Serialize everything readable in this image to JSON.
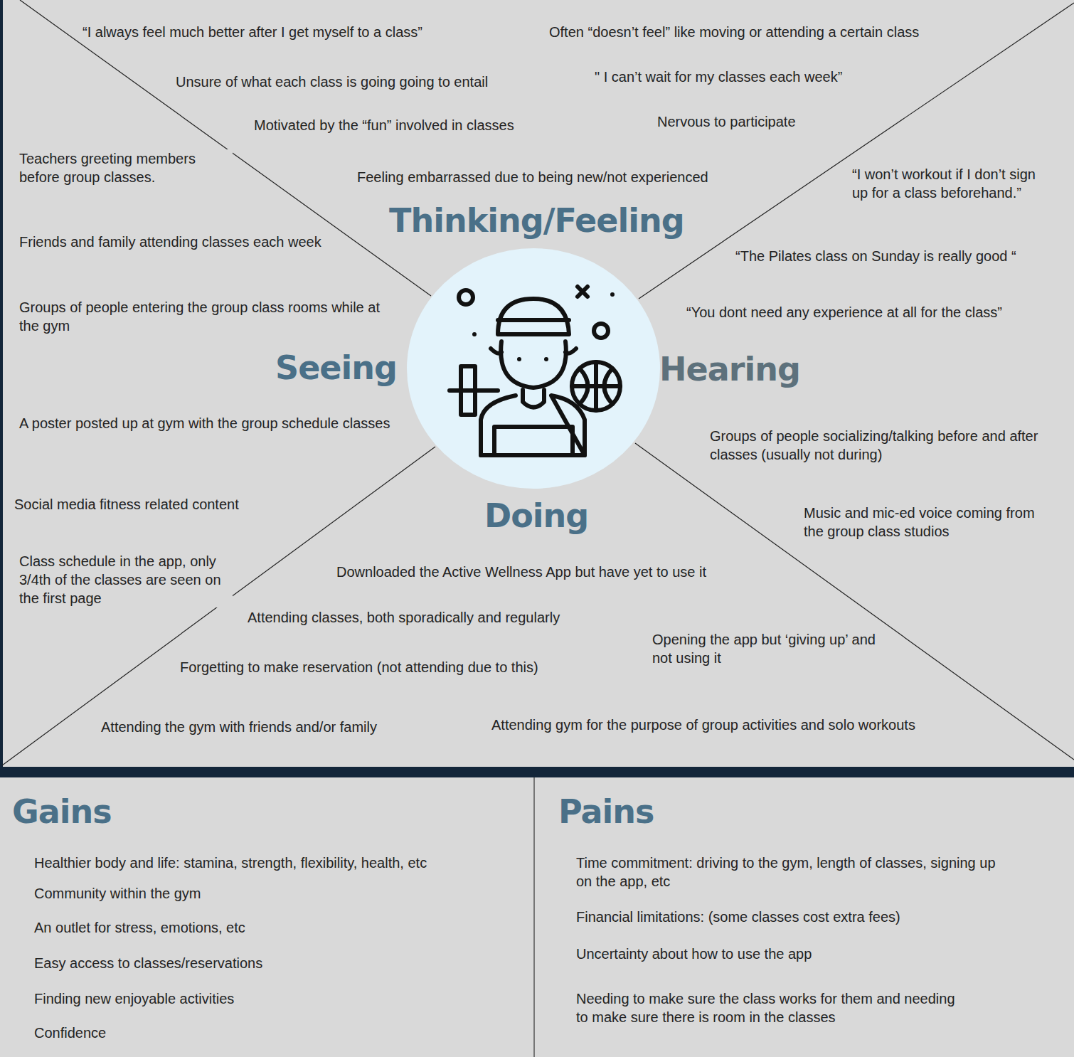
{
  "diagram": {
    "nodes": [
      {
        "text": [
          "Gains",
          "Healthier body and life: stamina, strength, flexibility, health, etc",
          "Community within the gym",
          "An outlet for stress, emotions, etc",
          "Easy access to classes/reservations",
          "Finding new enjoyable activities",
          "Confidence"
        ]
      },
      {
        "text": [
          "Pains",
          "Time commitment: driving to the gym, length of classes, signing up on the app, etc",
          "Financial limitations: (some classes cost extra fees)",
          "Uncertainty about how to use the app",
          "Needing to make sure the class works for them and needing to make sure there is room in the classes"
        ]
      }
    ],
    "labels": [
      "“I always feel much better after I get myself to a class”",
      "Often “doesn’t feel” like moving or attending a certain class",
      "Unsure of what each class is going going to entail",
      "\" I can’t wait for my classes each week”",
      "Motivated by the “fun” involved in classes",
      "Nervous to participate",
      "Feeling embarrassed due to being new/not experienced",
      "Thinking/Feeling",
      "Teachers greeting members before group classes.",
      "Friends and family attending classes each week",
      "Groups of people entering the group class rooms while at the gym",
      "Seeing",
      "A poster posted up at gym with the group schedule classes",
      "Social media fitness related content",
      "Class schedule in the app, only 3/4th of the classes are seen on the first page",
      "“I won’t workout if I don’t sign up for a class beforehand.”",
      "“The Pilates class on Sunday is really good “",
      "“You dont need any experience at all for the class”",
      "Hearing",
      "Groups of people socializing/talking before and after classes (usually not during)",
      "Music and mic-ed voice coming from the group class studios",
      "Doing",
      "Downloaded the Active Wellness App but have yet to use it",
      "Attending classes, both sporadically and regularly",
      "Opening the app but ‘giving up’ and not using it",
      "Forgetting to make reservation (not attending due to this)",
      "Attending the gym with friends and/or family",
      "Attending gym for the purpose of group activities and solo workouts"
    ]
  }
}
